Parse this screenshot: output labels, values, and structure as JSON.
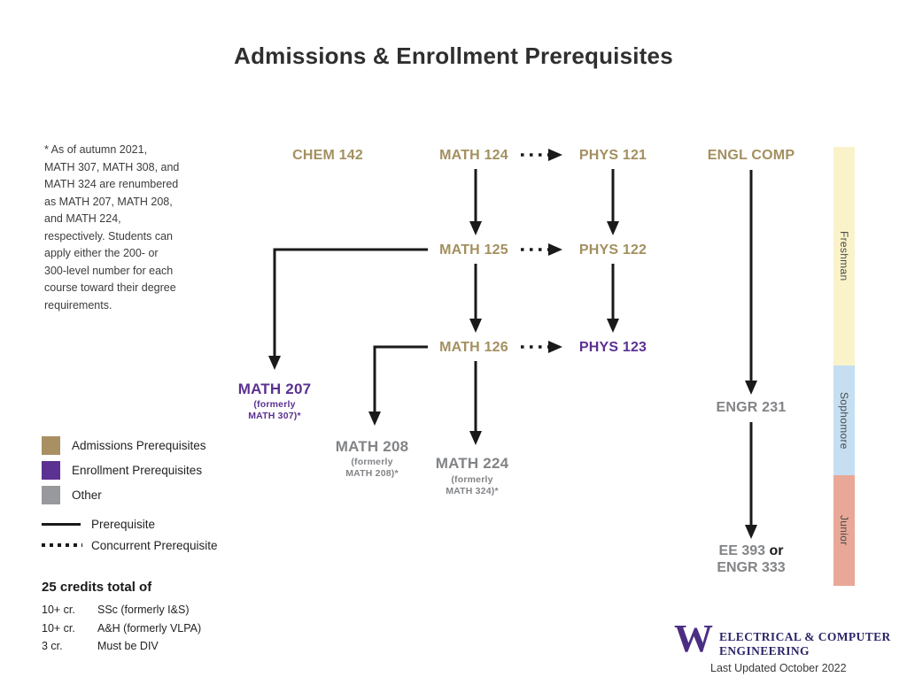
{
  "title": "Admissions & Enrollment Prerequisites",
  "note": "* As of autumn 2021,\nMATH 307, MATH 308, and\nMATH 324 are renumbered\nas MATH 207, MATH 208,\nand MATH 224,\nrespectively. Students can\napply either the 200- or\n300-level number for each\ncourse toward their degree\nrequirements.",
  "nodes": {
    "chem142": {
      "label": "CHEM 142"
    },
    "math124": {
      "label": "MATH 124"
    },
    "phys121": {
      "label": "PHYS 121"
    },
    "englcomp": {
      "label": "ENGL COMP"
    },
    "math125": {
      "label": "MATH 125"
    },
    "phys122": {
      "label": "PHYS 122"
    },
    "math126": {
      "label": "MATH 126"
    },
    "phys123": {
      "label": "PHYS 123"
    },
    "math207": {
      "label": "MATH 207",
      "sub": "(formerly\nMATH 307)*"
    },
    "math208": {
      "label": "MATH 208",
      "sub": "(formerly\nMATH 208)*"
    },
    "math224": {
      "label": "MATH 224",
      "sub": "(formerly\nMATH 324)*"
    },
    "engr231": {
      "label": "ENGR 231"
    },
    "ee393": {
      "label": "EE 393",
      "or": "or",
      "alt": "ENGR 333"
    }
  },
  "legend": {
    "items": [
      {
        "label": "Admissions Prerequisites",
        "color": "#a89063"
      },
      {
        "label": "Enrollment Prerequisites",
        "color": "#5b3191"
      },
      {
        "label": "Other",
        "color": "#97999c"
      }
    ],
    "line_items": [
      {
        "label": "Prerequisite",
        "style": "solid"
      },
      {
        "label": "Concurrent Prerequisite",
        "style": "dotted"
      }
    ]
  },
  "credits": {
    "heading": "25 credits total of",
    "rows": [
      {
        "amount": "10+ cr.",
        "desc": "SSc (formerly I&S)"
      },
      {
        "amount": "10+ cr.",
        "desc": "A&H (formerly VLPA)"
      },
      {
        "amount": "3 cr.",
        "desc": "Must be DIV"
      }
    ]
  },
  "year_bands": [
    {
      "label": "Freshman",
      "color": "#faf3c9"
    },
    {
      "label": "Sophomore",
      "color": "#c5def1"
    },
    {
      "label": "Junior",
      "color": "#e9a897"
    }
  ],
  "footer": {
    "w": "W",
    "org_line1": "ELECTRICAL & COMPUTER",
    "org_line2": "ENGINEERING",
    "updated": "Last Updated October 2022"
  },
  "colors": {
    "admissions_text": "#a3905f",
    "enrollment_text": "#5b3191",
    "other_text": "#828487",
    "arrow": "#1a1a1a",
    "uw_purple": "#4b2e83",
    "wordmark": "#2b2567"
  }
}
